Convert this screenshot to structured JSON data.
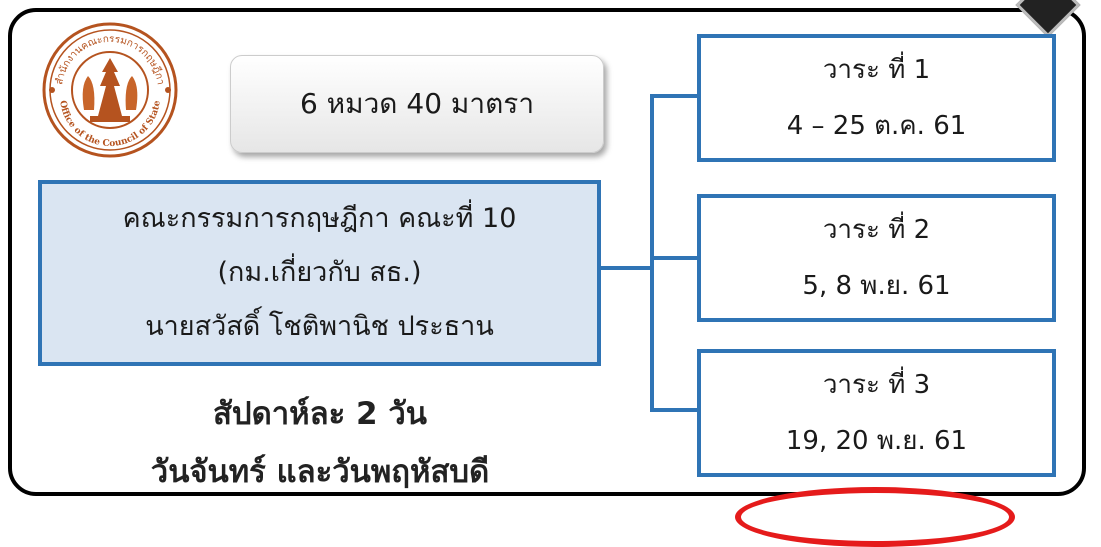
{
  "header": {
    "summary": "6 หมวด 40 มาตรา"
  },
  "committee": {
    "line1": "คณะกรรมการกฤษฎีกา คณะที่ 10",
    "line2": "(กม.เกี่ยวกับ สธ.)",
    "line3": "นายสวัสดิ์ โชติพานิช ประธาน"
  },
  "schedule": {
    "line1": "สัปดาห์ละ 2 วัน",
    "line2": "วันจันทร์ และวันพฤหัสบดี"
  },
  "stages": [
    {
      "title": "วาระ ที่ 1",
      "dates": "4 – 25 ต.ค. 61"
    },
    {
      "title": "วาระ ที่ 2",
      "dates": "5, 8 พ.ย. 61"
    },
    {
      "title": "วาระ ที่ 3",
      "dates": "19, 20 พ.ย. 61"
    }
  ],
  "seal": {
    "top_text": "สำนักงานคณะกรรมการกฤษฎีกา",
    "bottom_text": "Office of the Council of State"
  },
  "colors": {
    "accent_blue": "#2f74b5",
    "box_fill": "#dae5f2",
    "seal_color": "#b5531f",
    "highlight_red": "#e51b1b"
  }
}
